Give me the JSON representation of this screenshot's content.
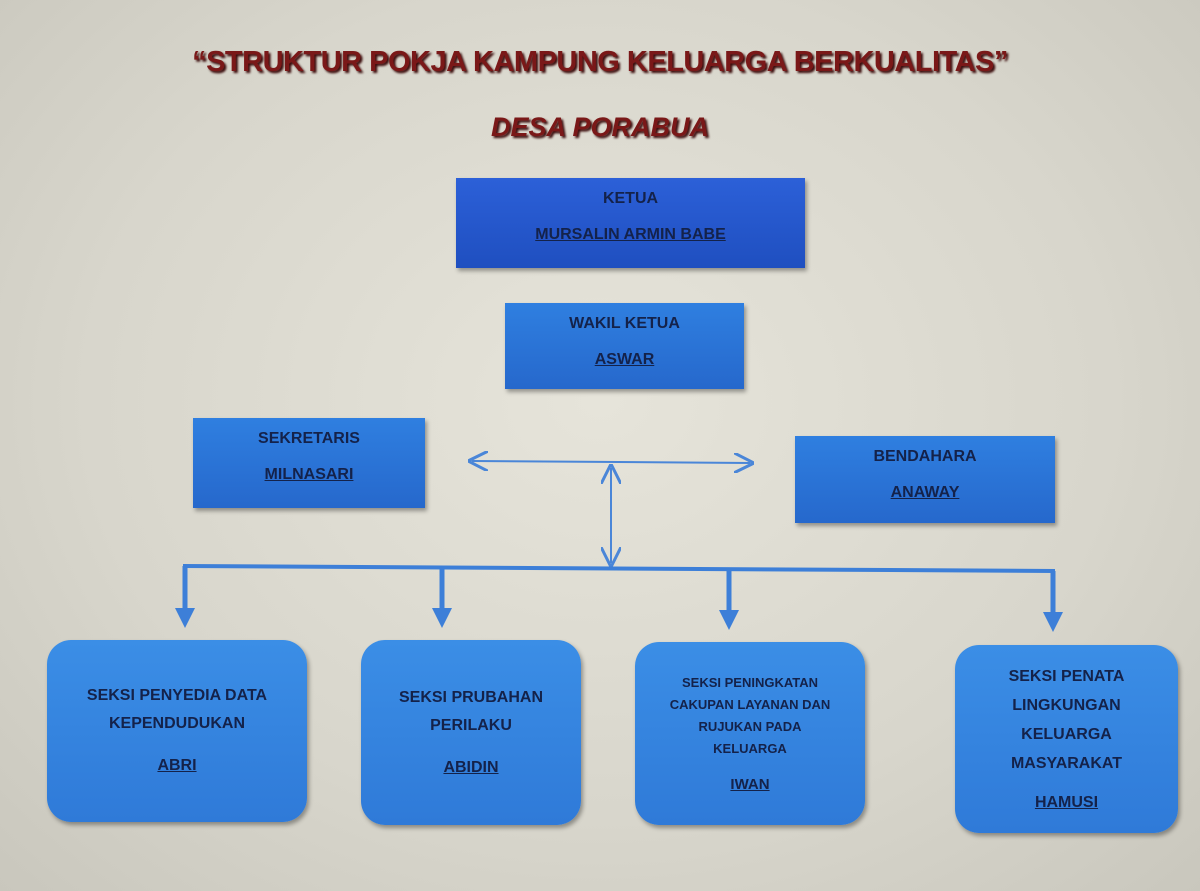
{
  "title": "“STRUKTUR POKJA KAMPUNG  KELUARGA BERKUALITAS”",
  "subtitle": "DESA PORABUA",
  "ketua": {
    "role": "KETUA",
    "name": "MURSALIN ARMIN BABE"
  },
  "wakil_ketua": {
    "role": "WAKIL KETUA",
    "name": "ASWAR"
  },
  "sekretaris": {
    "role": "SEKRETARIS",
    "name": "MILNASARI"
  },
  "bendahara": {
    "role": "BENDAHARA",
    "name": "ANAWAY"
  },
  "seksi": [
    {
      "lines": [
        "SEKSI PENYEDIA DATA",
        "KEPENDUDUKAN"
      ],
      "name": "ABRI"
    },
    {
      "lines": [
        "SEKSI PRUBAHAN",
        "PERILAKU"
      ],
      "name": "ABIDIN"
    },
    {
      "lines": [
        "SEKSI PENINGKATAN",
        "CAKUPAN LAYANAN DAN",
        "RUJUKAN PADA",
        "KELUARGA"
      ],
      "name": "IWAN"
    },
    {
      "lines": [
        "SEKSI PENATA",
        "LINGKUNGAN",
        "KELUARGA",
        "MASYARAKAT"
      ],
      "name": "HAMUSI"
    }
  ],
  "colors": {
    "box": "#2f7fe0",
    "ketua_box": "#2c60d8",
    "title": "#7a1818",
    "connector": "#4a86d8"
  }
}
